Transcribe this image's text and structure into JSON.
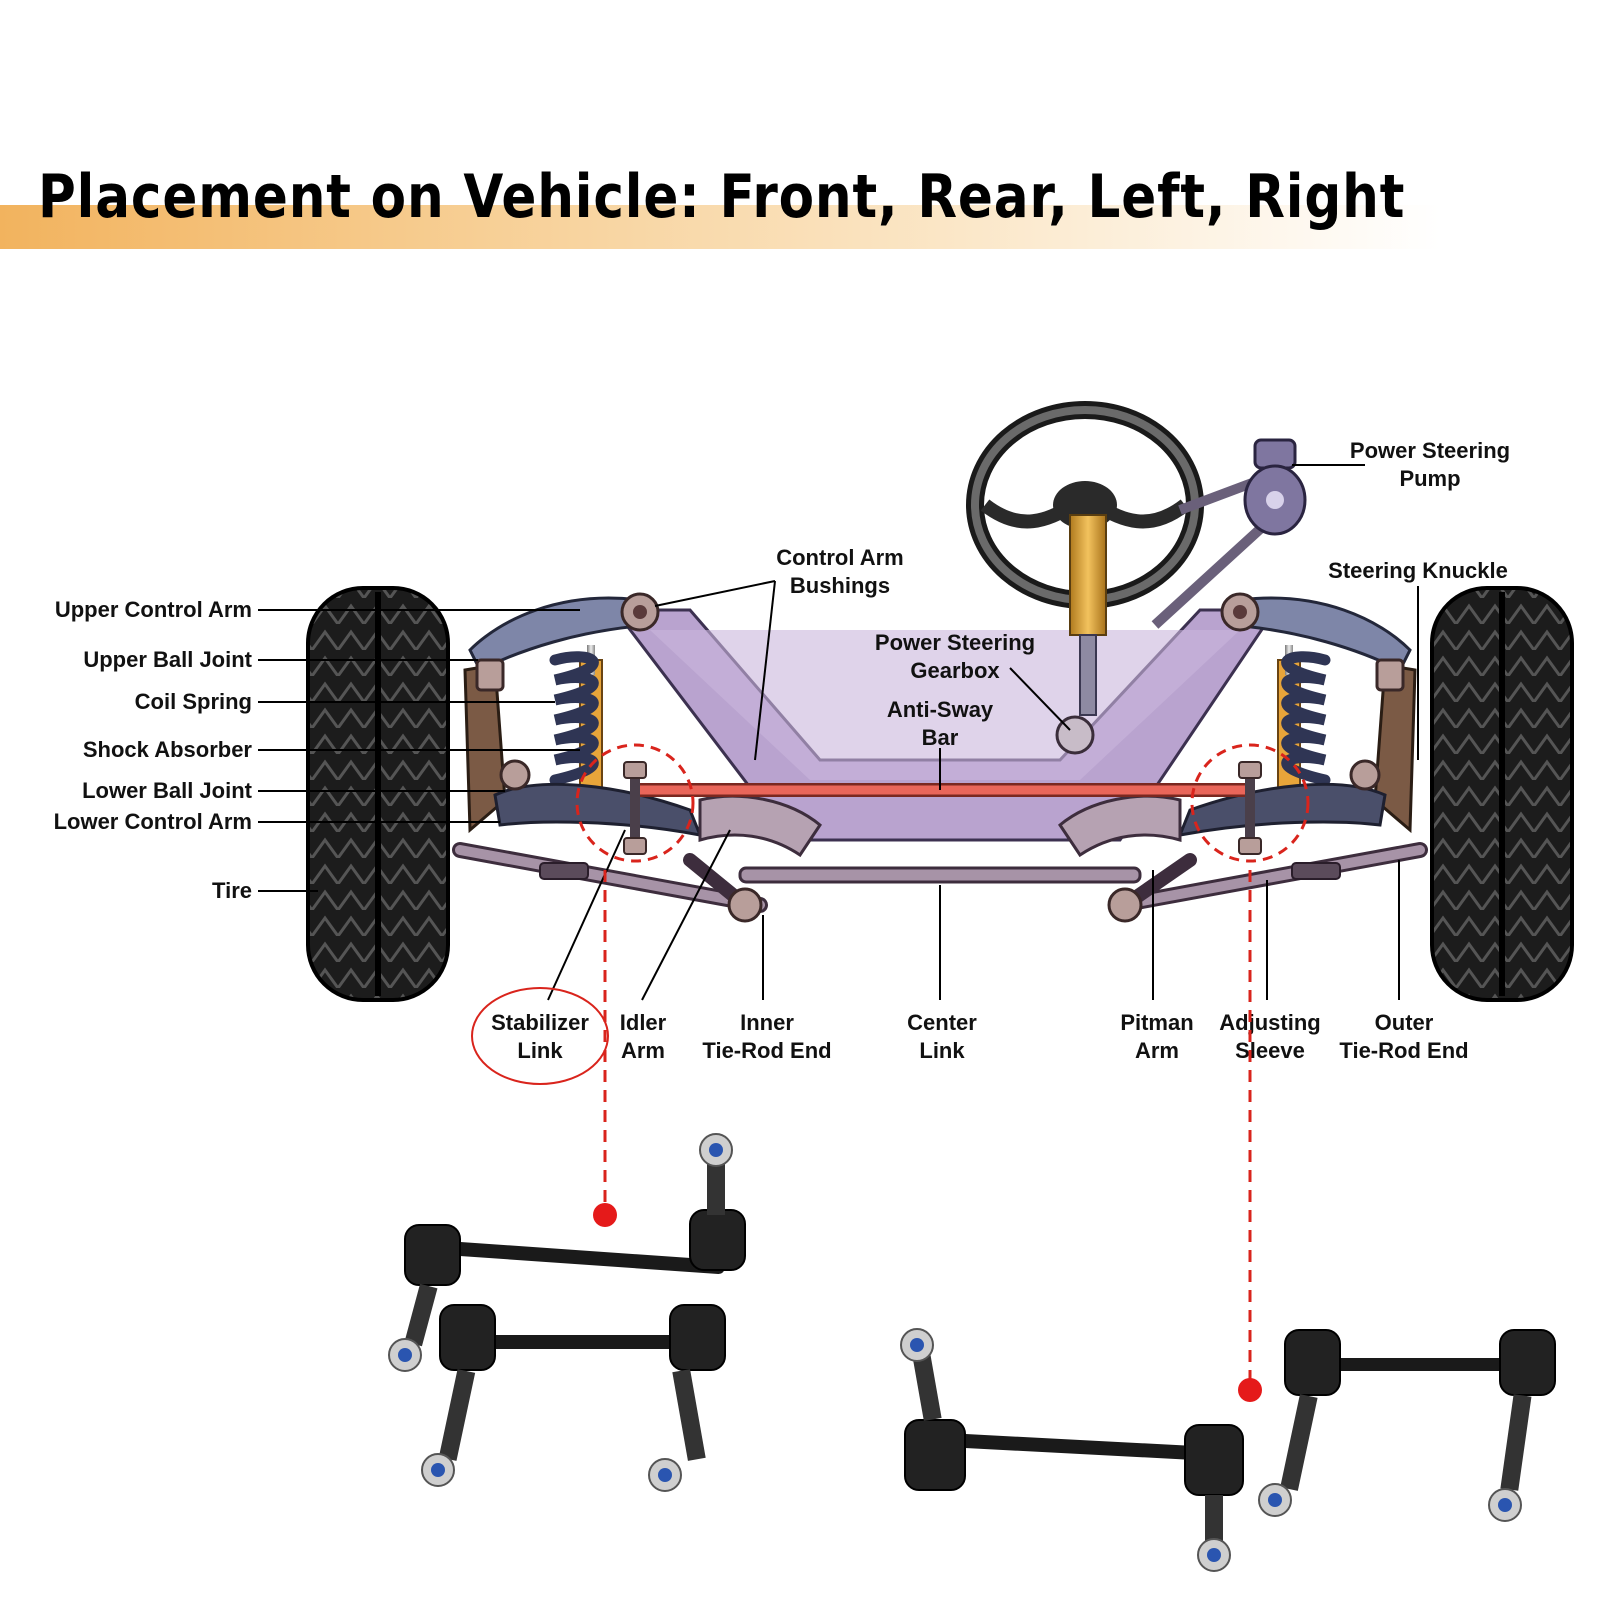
{
  "title": "Placement on Vehicle: Front, Rear, Left, Right",
  "labels": {
    "upper_control_arm": "Upper Control Arm",
    "upper_ball_joint": "Upper Ball Joint",
    "coil_spring": "Coil Spring",
    "shock_absorber": "Shock Absorber",
    "lower_ball_joint": "Lower Ball Joint",
    "lower_control_arm": "Lower Control Arm",
    "tire": "Tire",
    "control_arm_bushings": [
      "Control Arm",
      "Bushings"
    ],
    "power_steering_gearbox": [
      "Power Steering",
      "Gearbox"
    ],
    "anti_sway_bar": [
      "Anti-Sway",
      "Bar"
    ],
    "power_steering_pump": [
      "Power Steering",
      "Pump"
    ],
    "steering_knuckle": "Steering Knuckle",
    "stabilizer_link": [
      "Stabilizer",
      "Link"
    ],
    "idler_arm": [
      "Idler",
      "Arm"
    ],
    "inner_tie_rod_end": [
      "Inner",
      "Tie-Rod End"
    ],
    "center_link": [
      "Center",
      "Link"
    ],
    "pitman_arm": [
      "Pitman",
      "Arm"
    ],
    "adjusting_sleeve": [
      "Adjusting",
      "Sleeve"
    ],
    "outer_tie_rod_end": [
      "Outer",
      "Tie-Rod End"
    ]
  },
  "colors": {
    "highlight_red": "#d9241c",
    "frame_purple": "#b9a3cf",
    "arm_blue": "#7e86a8",
    "tire_black": "#1c1c1c",
    "shock_yellow": "#e8a53a",
    "sway_bar_red": "#e9665a"
  }
}
